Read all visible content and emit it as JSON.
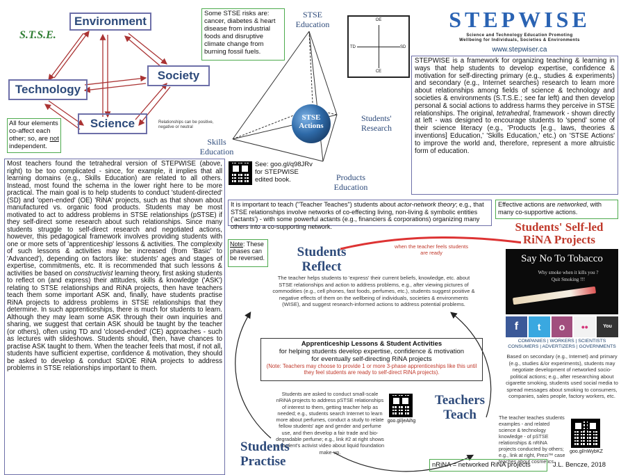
{
  "stse": {
    "title": "S.T.S.E.",
    "nodes": {
      "environment": "Environment",
      "technology": "Technology",
      "society": "Society",
      "science": "Science"
    },
    "relationships_note": "Relationships can be positive, negative or neutral",
    "coaffect_text_1": "All four elements co-affect each other; so, are ",
    "coaffect_not": "not",
    "coaffect_text_2": " independent.",
    "risks": "Some STSE risks are: cancer, diabetes & heart disease from industrial foods and disruptive climate change from burning fossil fuels."
  },
  "tetra": {
    "top": "STSE\nEducation",
    "center": "STSE\nActions",
    "right": "Students'\nResearch",
    "bottom_right": "Products\nEducation",
    "left": "Skills\nEducation"
  },
  "axes": {
    "top": "OE",
    "bottom": "CE",
    "left": "TD",
    "right": "SD"
  },
  "header": {
    "title": "STEPWISE",
    "subtitle_1": "Science and Technology Education Promoting",
    "subtitle_2": "Wellbeing for Individuals, Societies & Environments",
    "url": "www.stepwiser.ca"
  },
  "stepwise_desc": {
    "text_1": "STEPWISE is a framework for organizing teaching & learning in ways that help students to develop expertise, confidence & motivation for self-directing primary (e.g., studies & experiments) and secondary (e.g., Internet searches) research to learn more about relationships among fields of science & technology and societies & environments (S.T.S.E.; see far left) and then develop personal & social actions to address harms they perceive in STSE relationships. The original, ",
    "tetrahedral": "tetrahedral",
    "text_2": ", framework - shown directly at left - was designed to encourage students to 'spend' some of their science literacy (e.g., 'Products [e.g., laws, theories & inventions] Education,' 'Skills Education,' etc.) on 'STSE Actions' to improve the world and, therefore, represent a more altruistic form of education."
  },
  "main_text": {
    "p1": "Most teachers found the tetrahedral version of STEPWISE (above, right) to be too complicated - since, for example, it implies that all learning domains (e.g., Skills Education) are related to all others. Instead, most found the schema in the lower right here to be more practical. The main goal is to help students to conduct 'student-directed' (SD) and 'open-ended' (OE) 'RiNA' projects, such as that shown about manufactured vs. organic food products. Students may be most motivated to act to address problems in STSE relationships (pSTSE) if they self-direct some research about such relationships. Since many students struggle to self-direct research and negotiated actions, however, this pedagogical framework involves providing students with one or more sets of 'apprenticeship' lessons & activities. The complexity of such lessons & activities may be increased (from 'Basic' to 'Advanced'), depending on factors like: students' ages and stages of expertise, commitments, etc. It is recommended that such lessons & activities be based on ",
    "constructivist": "constructivist",
    "p2": " learning theory, first asking students to reflect on (and express) their attitudes, skills & knowledge ('ASK') relating to STSE relationships and RiNA projects, then have teachers teach them some important ASK and, finally, have students practise RiNA projects to address problems in STSE relationships that they determine. In such apprenticeships, there is much for students to learn. Although they may learn some ASK through their own inquiries and sharing, we suggest that certain ASK should be taught by the teacher (or others), often using TD and 'closed-ended' (CE) approaches - such as lectures with slideshows. Students should, then, have chances to practise ASK taught to them. When the teacher feels that most, if not all, students have sufficient expertise, confidence & motivation, they should be asked to develop & conduct SD/OE RiNA projects to address problems in STSE relationships important to them."
  },
  "qr_book": {
    "text": "See: goo.gl/q98JRv for STEPWISE edited book."
  },
  "actor_network": {
    "t1": "It is important to teach (\"Teacher Teaches\") students about ",
    "em": "actor-network theory",
    "t2": "; e.g., that STSE relationships involve networks of co-effecting living, non-living & symbolic entities ('actants') - with some powerful actants (e.g., financiers & corporations) organizing many others into a co-supporting network."
  },
  "effective": {
    "t1": "Effective actions are ",
    "em": "networked",
    "t2": ", with many co-supportive actions."
  },
  "note": {
    "label": "Note",
    "text": ": These phases can be reversed."
  },
  "reflect": {
    "title_1": "Students",
    "title_2": "Reflect",
    "arrow_label": "when the teacher feels students are ready",
    "body": "The teacher helps students to 'express' their current beliefs, knowledge, etc. about STSE relationships and action to address problems, e.g., after viewing pictures of commodities (e.g., cell phones, fast foods, perfumes, etc.), students suggest positive & negative effects of them on the wellbeing of individuals, societies & environments (WISE), and suggest research-informed actions to address potential problems."
  },
  "selfled": {
    "title_1": "Students' Self-led",
    "title_2": "RiNA Projects",
    "poster_title": "Say No To Tobacco",
    "poster_sub_1": "Why smoke when it kills you ?",
    "poster_sub_2": "Quit Smoking !!!",
    "social": [
      "f",
      "t",
      "o",
      "••",
      "You Tube"
    ],
    "actants_1": "COMPANIES | WORKERS | SCIENTISTS",
    "actants_2": "CONSUMERS | ADVERTIZERS | GOVERNMENTS",
    "body": "Based on secondary (e.g., Internet) and primary (e.g., studies &/or experiments), students may negotiate development of networked socio-political actions; e.g., after researching about cigarette smoking, students used social media to spread messages about smoking to consumers, companies, sales people, factory workers, etc."
  },
  "apprenticeship": {
    "title": "Apprenticeship Lessons & Student Activities",
    "line2": "for helping students develop expertise, confidence & motivation",
    "line3": "for eventually self-directing RiNA projects",
    "note": "(Note: Teachers may choose to provide 1 or more 3-phase apprenticeships like this until they feel students are ready to self-direct RiNA projects)."
  },
  "practise": {
    "title_1": "Students",
    "title_2": "Practise",
    "body": "Students are asked to conduct small-scale nRiNA projects to address pSTSE relationships of interest to them, getting teacher help as needed; e.g., students search Internet to learn more about perfumes, conduct a study to relate fellow students' age and gender and perfume use, and then develop a fair trade and bio-degradable perfume; e.g., link #2 at right shows a student's activist video about liquid foundation make-up.",
    "qr_label": "goo.gl/jeAihg"
  },
  "teach": {
    "title_1": "Teachers",
    "title_2": "Teach",
    "body": "The teacher teaches students examples - and related science & technology knowledge - of pSTSE relationships & nRiNA projects conducted by others; e.g., link at right, Prezi™ case teaches about cosmetics.",
    "qr_label": "goo.gl/nWybKZ"
  },
  "footer": {
    "nrina": "nRiNA = networked RiNA projects",
    "author": "J.L. Bencze, 2018"
  },
  "colors": {
    "blue": "#2a63b3",
    "red": "#c0392b",
    "box_border": "#6d6fa8",
    "green_border": "#4caa4c",
    "stse_node_blue": "#2d4a7a"
  }
}
